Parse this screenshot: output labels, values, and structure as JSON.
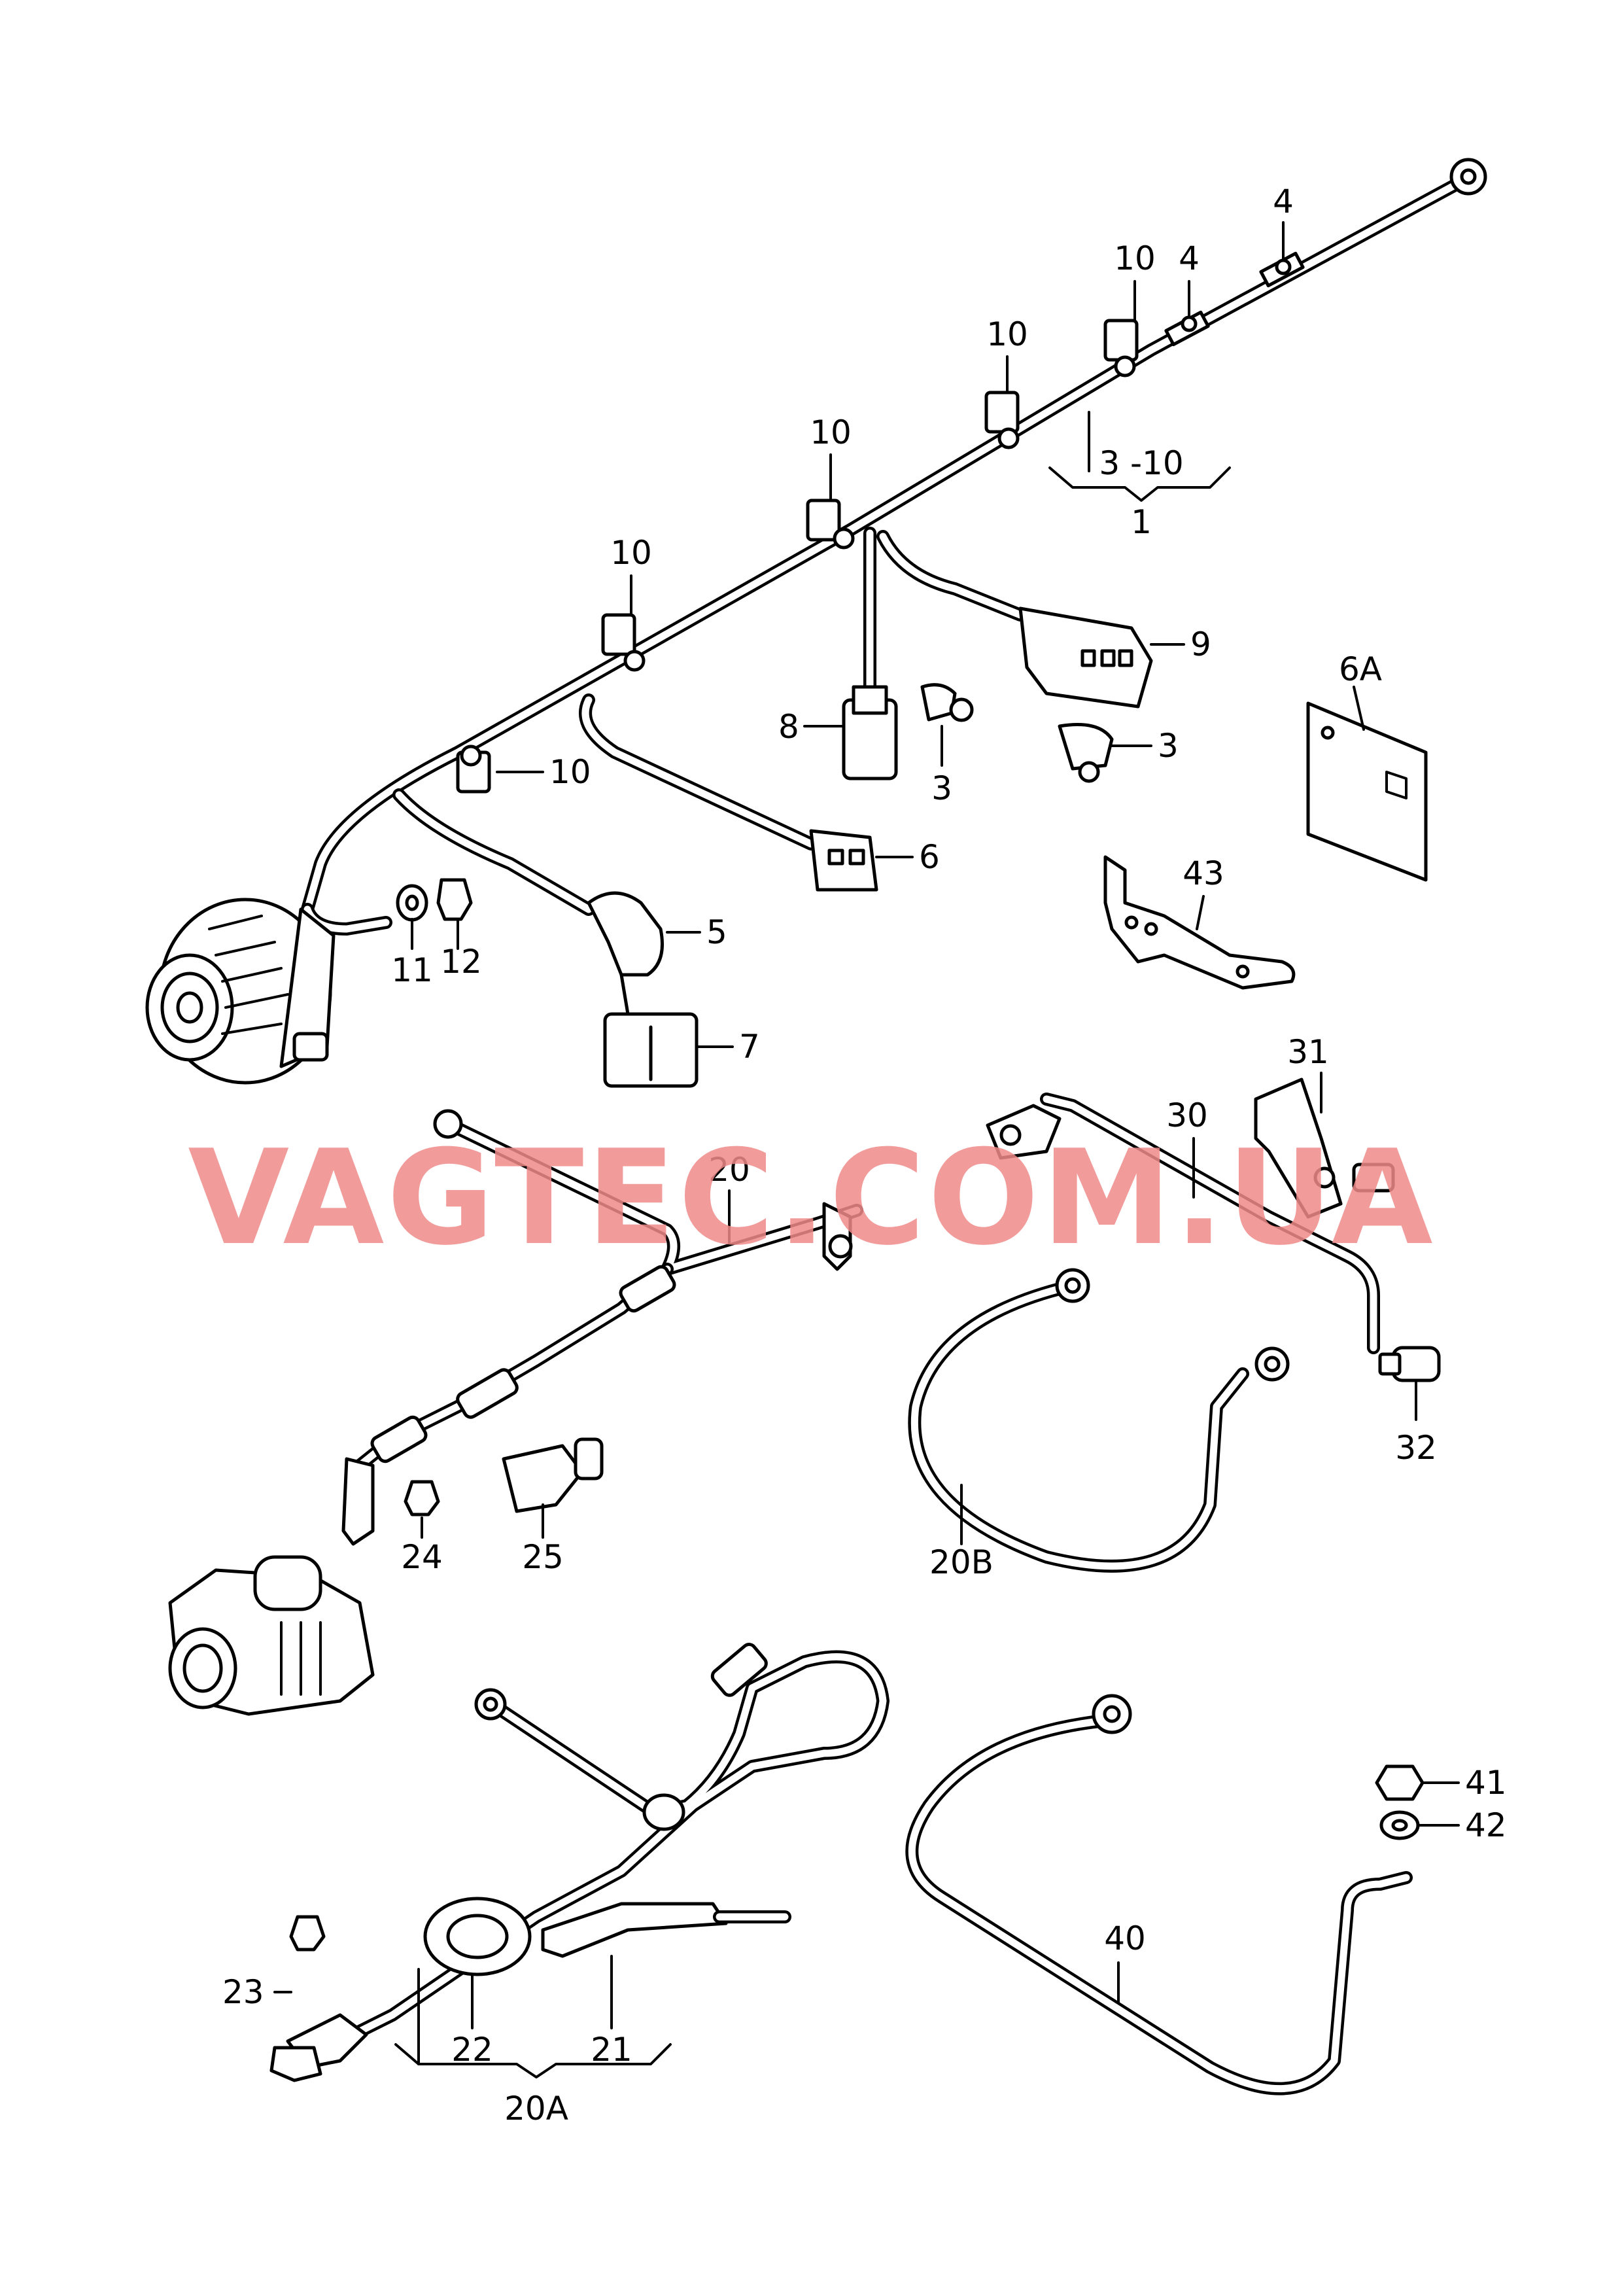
{
  "watermark": {
    "text": "VAGTEC.COM.UA",
    "color": "#f08a8a"
  },
  "callouts": [
    "4",
    "10",
    "4",
    "10",
    "3 -10",
    "1",
    "10",
    "10",
    "9",
    "6A",
    "8",
    "3",
    "3",
    "10",
    "6",
    "43",
    "5",
    "11",
    "12",
    "7",
    "31",
    "30",
    "20",
    "32",
    "20B",
    "24",
    "25",
    "41",
    "42",
    "40",
    "23",
    "22",
    "21",
    "20A"
  ],
  "colors": {
    "line": "#000000",
    "background": "#ffffff"
  }
}
